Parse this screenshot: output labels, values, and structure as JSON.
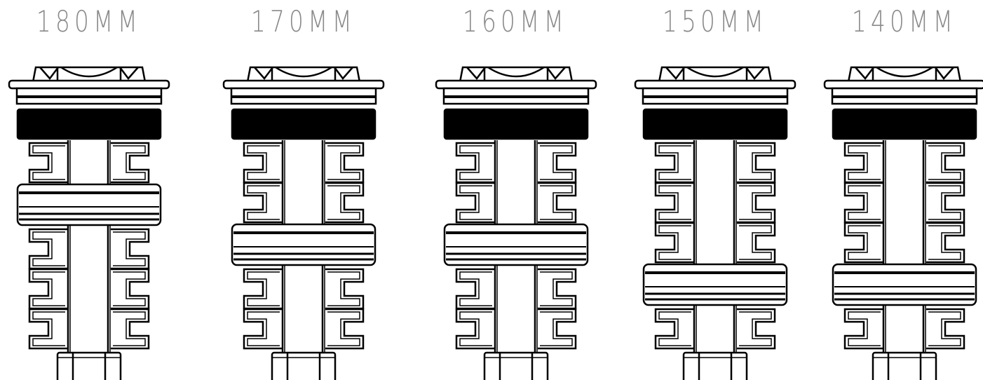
{
  "units": [
    {
      "label": "180MM",
      "spacers_above": 1,
      "spacers_below": 3
    },
    {
      "label": "170MM",
      "spacers_above": 2,
      "spacers_below": 2
    },
    {
      "label": "160MM",
      "spacers_above": 2,
      "spacers_below": 2
    },
    {
      "label": "150MM",
      "spacers_above": 3,
      "spacers_below": 1
    },
    {
      "label": "140MM",
      "spacers_above": 3,
      "spacers_below": 1
    }
  ],
  "colors": {
    "stroke": "#000000",
    "fill": "#ffffff",
    "label": "#8a8a8a"
  }
}
